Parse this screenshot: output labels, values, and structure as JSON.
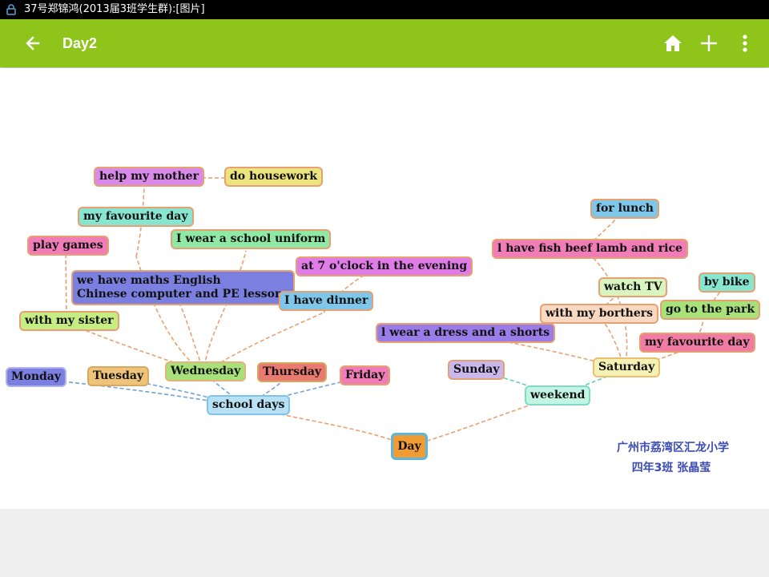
{
  "status_bar": {
    "text": "37号郑锦鸿(2013届3班学生群):[图片]"
  },
  "app_bar": {
    "title": "Day2",
    "back_icon": "arrow-left-icon",
    "home_icon": "home-icon",
    "add_icon": "plus-icon",
    "more_icon": "more-vert-icon",
    "color": "#8fc51a"
  },
  "mindmap": {
    "nodes": {
      "day": "Day",
      "school_days": "school days",
      "weekend": "weekend",
      "monday": "Monday",
      "tuesday": "Tuesday",
      "wednesday": "Wednesday",
      "thursday": "Thursday",
      "friday": "Friday",
      "help_my_mother": "help my mother",
      "do_housework": "do housework",
      "my_favourite_day_left": "my favourite day",
      "play_games": "play games",
      "school_uniform": "I wear a school uniform",
      "at_7_oclock": "at 7 o'clock in the evening",
      "we_have_maths_1": "we have maths English",
      "we_have_maths_2": "Chinese computer and PE lessons",
      "i_have_dinner": "I have dinner",
      "with_my_sister": "with my sister",
      "sunday": "Sunday",
      "saturday": "Saturday",
      "for_lunch": "for lunch",
      "fish_beef": "l have fish beef lamb and rice",
      "watch_tv": "watch TV",
      "by_bike": "by bike",
      "with_my_borthers": "with my borthers",
      "go_to_the_park": "go to the park",
      "dress_and_shorts": "l wear a dress and a shorts",
      "my_favourite_day_right": "my favourite day"
    },
    "credit": {
      "line1": "广州市荔湾区汇龙小学",
      "line2": "四年3班  张晶莹"
    }
  }
}
